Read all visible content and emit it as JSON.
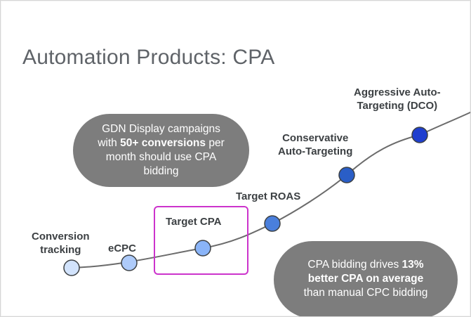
{
  "slide": {
    "title": "Automation Products: CPA"
  },
  "callouts": {
    "left": {
      "line1": "GDN Display campaigns",
      "line2_pre": "with ",
      "line2_bold": "50+ conversions",
      "line2_post": " per",
      "line3": "month should use CPA",
      "line4": "bidding"
    },
    "right": {
      "line1_pre": "CPA bidding drives ",
      "line1_bold": "13%",
      "line2_bold": "better CPA on average",
      "line3": "than manual CPC bidding"
    }
  },
  "stages": [
    {
      "line1": "Conversion",
      "line2": "tracking",
      "color": "#d2e3fc"
    },
    {
      "line1": "eCPC",
      "line2": "",
      "color": "#aecbfa"
    },
    {
      "line1": "Target CPA",
      "line2": "",
      "color": "#8ab4f8"
    },
    {
      "line1": "Target ROAS",
      "line2": "",
      "color": "#4a7fdc"
    },
    {
      "line1": "Conservative",
      "line2": "Auto-Targeting",
      "color": "#2a5ec7"
    },
    {
      "line1": "Aggressive Auto-",
      "line2": "Targeting (DCO)",
      "color": "#1f3fcf"
    }
  ],
  "colors": {
    "curve": "#6b6b6b",
    "highlight": "#cc33cc",
    "callout_fill": "#7d7d7d"
  }
}
